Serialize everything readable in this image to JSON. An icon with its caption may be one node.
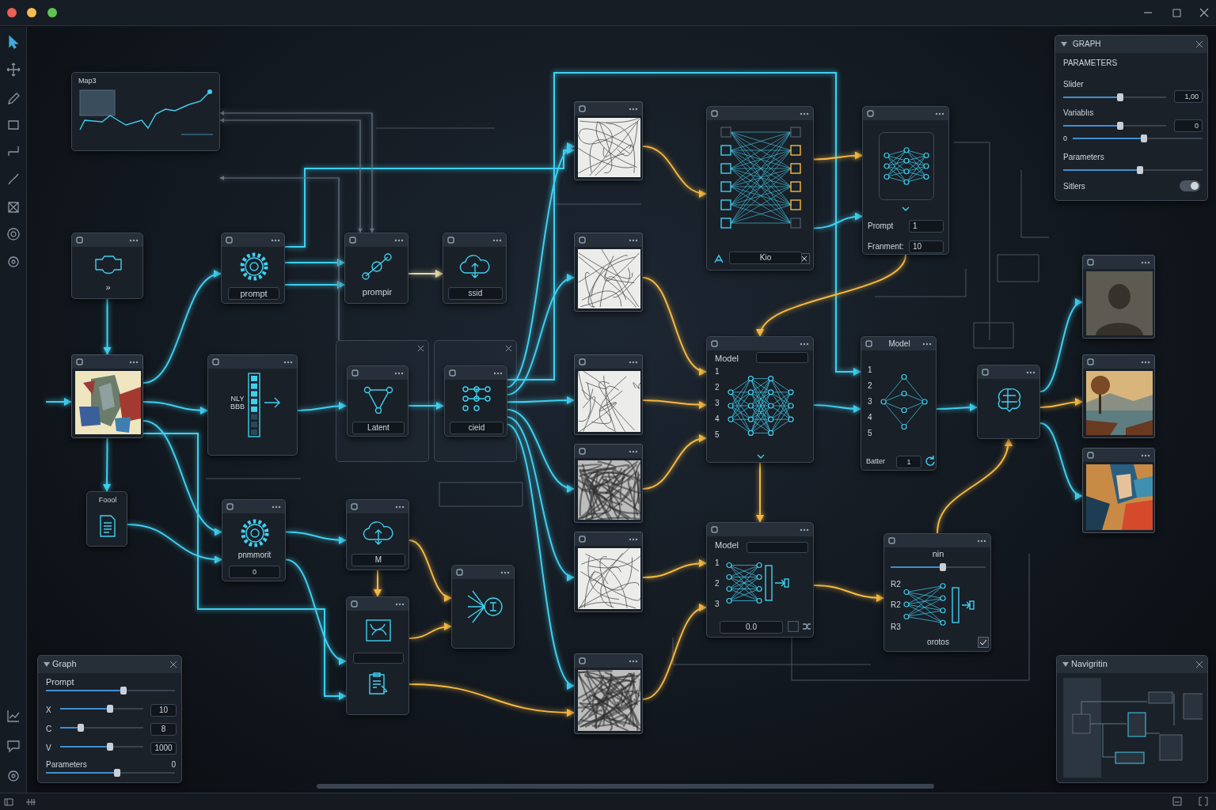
{
  "diagram": {
    "nodes": [
      {
        "text": [
          "»"
        ]
      },
      {
        "text": [],
        "shape": "picture"
      },
      {
        "text": [
          "Foool"
        ]
      },
      {
        "text": [
          "prompt"
        ]
      },
      {
        "text": [
          "NLY BBB"
        ]
      },
      {
        "text": [
          "pnmmorit",
          "0"
        ]
      },
      {
        "text": [
          "prompir"
        ]
      },
      {
        "text": [],
        "shape": "box"
      },
      {
        "text": [
          "Latent"
        ],
        "in": 7
      },
      {
        "text": [],
        "shape": "box"
      },
      {
        "text": [
          "cieid"
        ],
        "in": 9
      },
      {
        "text": [
          "ssid"
        ]
      },
      {
        "text": [
          "M"
        ]
      },
      {
        "text": [],
        "shape": "box"
      },
      {
        "text": [],
        "shape": "box"
      },
      {
        "text": [],
        "shape": "picture"
      },
      {
        "text": [],
        "shape": "picture"
      },
      {
        "text": [],
        "shape": "picture"
      },
      {
        "text": [],
        "shape": "picture"
      },
      {
        "text": [],
        "shape": "picture"
      },
      {
        "text": [],
        "shape": "picture"
      },
      {
        "text": [
          "Kio"
        ]
      },
      {
        "text": [
          "Prompt",
          "1",
          "Franment:",
          "10"
        ]
      },
      {
        "text": [
          "Model",
          "1",
          "2",
          "3",
          "4",
          "5"
        ]
      },
      {
        "text": [
          "Model",
          "1",
          "2",
          "3",
          "4",
          "5",
          "Batter",
          "1"
        ]
      },
      {
        "text": [
          "Model",
          "1",
          "2",
          "3",
          "0.0"
        ]
      },
      {
        "text": [
          "nin",
          "R2",
          "R2",
          "R3",
          "orotos"
        ]
      },
      {
        "text": [],
        "shape": "box"
      },
      {
        "text": [],
        "shape": "picture"
      },
      {
        "text": [],
        "shape": "picture"
      },
      {
        "text": [],
        "shape": "picture"
      },
      {
        "text": [
          "Map3"
        ]
      },
      {
        "text": [
          "GRAPH",
          "PARAMETERS",
          "Slider",
          "1,00",
          "Variablıs",
          "0",
          "0",
          "Parameters",
          "Sitlers"
        ]
      },
      {
        "text": [
          "Graph",
          "Prompt",
          "X",
          "10",
          "C",
          "8",
          "V",
          "1000",
          "Parameters",
          "0"
        ]
      },
      {
        "text": [
          "Navigritin"
        ]
      }
    ],
    "edges": [
      {
        "from": null,
        "to": 1,
        "arrow": "to"
      },
      {
        "from": 0,
        "to": 1,
        "arrow": "to"
      },
      {
        "from": 1,
        "to": 2,
        "arrow": "to"
      },
      {
        "from": 1,
        "to": 3,
        "arrow": "to"
      },
      {
        "from": 1,
        "to": 4,
        "arrow": "to"
      },
      {
        "from": 1,
        "to": 5,
        "arrow": "to"
      },
      {
        "from": 1,
        "to": 13,
        "arrow": "to"
      },
      {
        "from": 2,
        "to": 5,
        "arrow": "to"
      },
      {
        "from": 3,
        "to": 6,
        "arrow": "to"
      },
      {
        "from": 3,
        "to": 6,
        "arrow": "to"
      },
      {
        "from": 3,
        "to": 15,
        "arrow": "to"
      },
      {
        "from": 6,
        "to": 11,
        "arrow": "to",
        "color": "#e6d8a8"
      },
      {
        "from": 4,
        "to": 8,
        "arrow": "to"
      },
      {
        "from": 5,
        "to": 12,
        "arrow": "to"
      },
      {
        "from": 5,
        "to": 13,
        "arrow": "to"
      },
      {
        "from": 8,
        "to": 10,
        "arrow": "to"
      },
      {
        "from": 10,
        "to": 15,
        "arrow": "to"
      },
      {
        "from": 10,
        "to": 16,
        "arrow": "to"
      },
      {
        "from": 10,
        "to": 17,
        "arrow": "to"
      },
      {
        "from": 10,
        "to": 18,
        "arrow": "to"
      },
      {
        "from": 10,
        "to": 19,
        "arrow": "to"
      },
      {
        "from": 10,
        "to": 20,
        "arrow": "to"
      },
      {
        "from": 10,
        "to": 24,
        "arrow": "to"
      },
      {
        "from": 12,
        "to": 13,
        "arrow": "to",
        "color": "#f5b942"
      },
      {
        "from": 12,
        "to": 14,
        "arrow": "to",
        "color": "#f5b942"
      },
      {
        "from": 13,
        "to": 14,
        "arrow": "to",
        "color": "#f5b942"
      },
      {
        "from": 13,
        "to": 20,
        "arrow": "to",
        "color": "#f5b942"
      },
      {
        "from": 15,
        "to": 21,
        "arrow": "to",
        "color": "#f5b942"
      },
      {
        "from": 16,
        "to": 23,
        "arrow": "to",
        "color": "#f5b942"
      },
      {
        "from": 17,
        "to": 23,
        "arrow": "to",
        "color": "#f5b942"
      },
      {
        "from": 18,
        "to": 23,
        "arrow": "to",
        "color": "#f5b942"
      },
      {
        "from": 19,
        "to": 25,
        "arrow": "to",
        "color": "#f5b942"
      },
      {
        "from": 20,
        "to": 25,
        "arrow": "to",
        "color": "#f5b942"
      },
      {
        "from": 21,
        "to": 22,
        "arrow": "to",
        "color": "#f5b942"
      },
      {
        "from": 21,
        "to": 22,
        "arrow": "to"
      },
      {
        "from": 22,
        "to": 23,
        "arrow": "to",
        "color": "#f5b942"
      },
      {
        "from": 23,
        "to": 25,
        "arrow": "to",
        "color": "#f5b942"
      },
      {
        "from": 23,
        "to": 24,
        "arrow": "to"
      },
      {
        "from": 24,
        "to": 27,
        "arrow": "to"
      },
      {
        "from": 25,
        "to": 26,
        "arrow": "to",
        "color": "#f5b942"
      },
      {
        "from": 26,
        "to": 27,
        "arrow": "to",
        "color": "#f5b942"
      },
      {
        "from": 27,
        "to": 28,
        "arrow": "to"
      },
      {
        "from": 27,
        "to": 29,
        "arrow": "to",
        "color": "#f5b942"
      },
      {
        "from": 27,
        "to": 30,
        "arrow": "to"
      },
      {
        "from": 6,
        "to": 31,
        "arrow": "both",
        "color": "#6b7785"
      },
      {
        "from": 6,
        "to": 31,
        "arrow": "both",
        "color": "#6b7785"
      },
      {
        "from": 7,
        "to": 31,
        "arrow": "to",
        "color": "#6b7785"
      }
    ]
  }
}
